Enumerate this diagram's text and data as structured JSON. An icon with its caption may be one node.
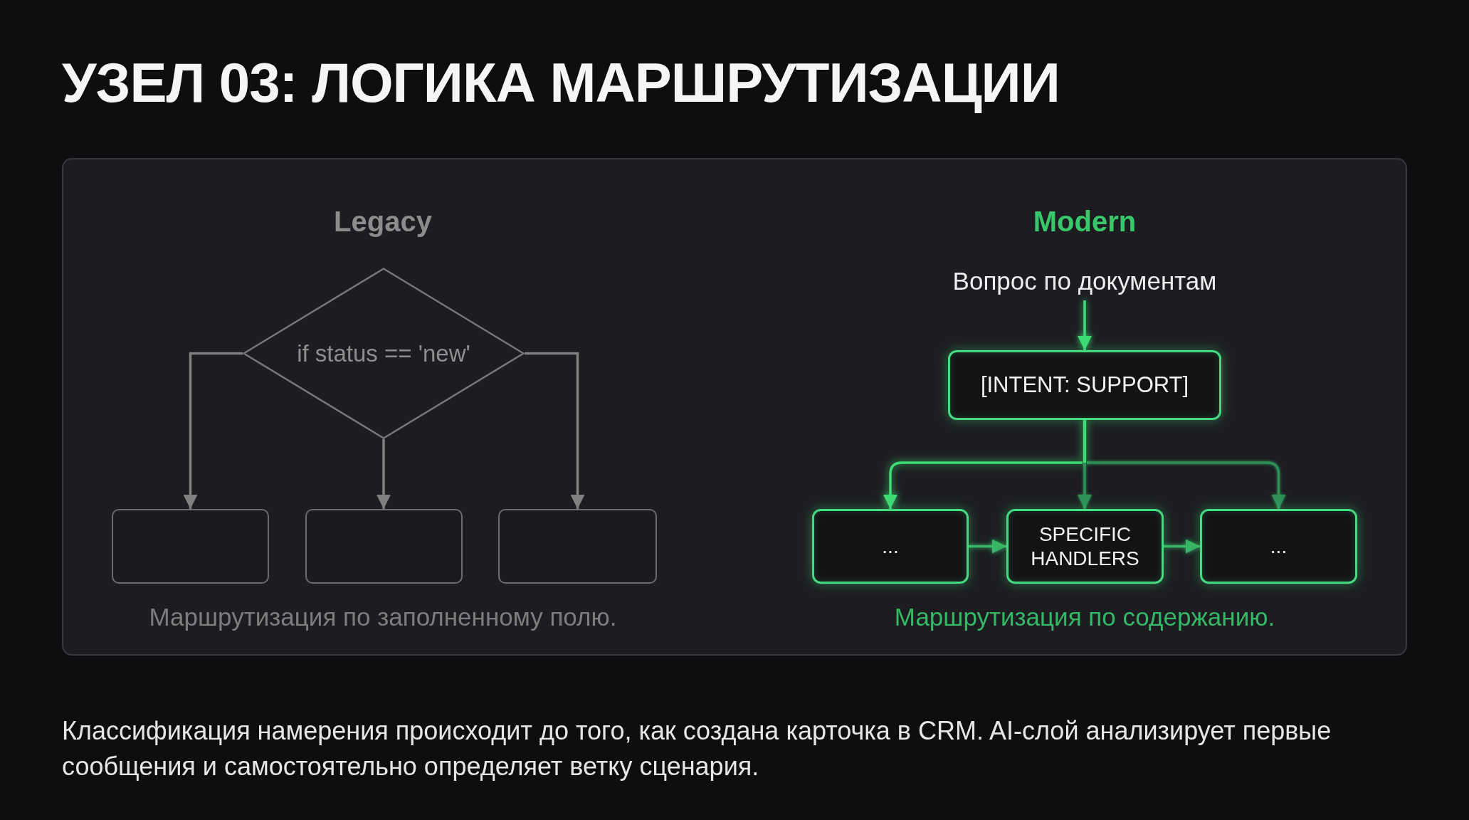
{
  "diagram": {
    "title": "УЗЕЛ 03: ЛОГИКА МАРШРУТИЗАЦИИ",
    "nodes": [
      {
        "text": [],
        "shape": "box"
      },
      {
        "text": [
          "if status == 'new'"
        ],
        "in": 0
      },
      {
        "text": [],
        "shape": "box",
        "in": 0
      },
      {
        "text": [],
        "shape": "box",
        "in": 0
      },
      {
        "text": [],
        "shape": "box",
        "in": 0
      },
      {
        "text": [
          "Вопрос по документам"
        ],
        "in": 0
      },
      {
        "text": [
          "[INTENT: SUPPORT]"
        ],
        "in": 0
      },
      {
        "text": [
          "..."
        ],
        "in": 0
      },
      {
        "text": [
          "SPECIFIC HANDLERS"
        ],
        "in": 0
      },
      {
        "text": [
          "..."
        ],
        "in": 0
      }
    ],
    "edges": [
      {
        "from": 1,
        "to": 2,
        "arrow": "to",
        "color": "#808080"
      },
      {
        "from": 1,
        "to": 3,
        "arrow": "to",
        "color": "#808080"
      },
      {
        "from": 1,
        "to": 4,
        "arrow": "to",
        "color": "#808080"
      },
      {
        "from": 5,
        "to": 6,
        "arrow": "to",
        "color": "#3ddc74"
      },
      {
        "from": 6,
        "to": 7,
        "arrow": "to",
        "color": "#3ddc74"
      },
      {
        "from": 6,
        "to": 8,
        "arrow": "to",
        "color": "#2f8f57"
      },
      {
        "from": 6,
        "to": 9,
        "arrow": "to",
        "color": "#2f8f57"
      },
      {
        "from": 7,
        "to": 8,
        "arrow": "to",
        "color": "#38b565"
      },
      {
        "from": 8,
        "to": 9,
        "arrow": "to",
        "color": "#38b565"
      }
    ],
    "labels": [
      "Legacy",
      "Modern",
      "Маршрутизация по заполненному полю.",
      "Маршрутизация по содержанию.",
      "Классификация намерения происходит до того, как создана карточка в CRM. AI-слой анализирует первые сообщения и самостоятельно определяет ветку сценария."
    ]
  }
}
